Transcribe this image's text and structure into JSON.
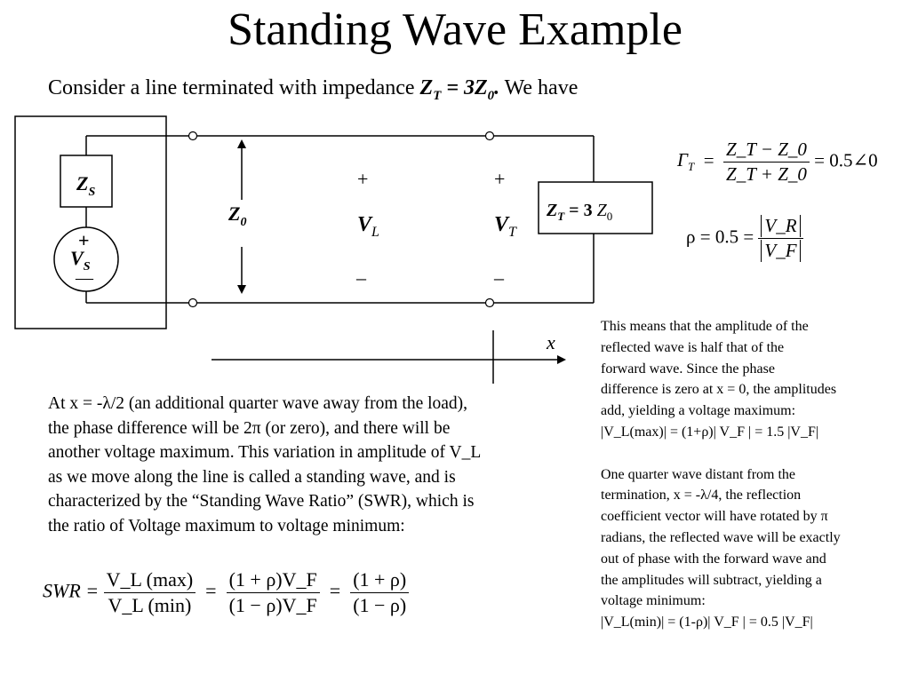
{
  "slide": {
    "title": "Standing Wave Example",
    "intro": {
      "text_before": "Consider a line terminated with impedance ",
      "zt_symbol": "Z",
      "zt_sub": "T",
      "equals": " = 3",
      "z0_symbol": "Z",
      "z0_sub": "0",
      "period": ".",
      "text_after": "  We have"
    }
  },
  "circuit": {
    "zs_label": "Z",
    "zs_sub": "S",
    "source_plus": "+",
    "vs_label": "V",
    "vs_sub": "S",
    "source_minus": "—",
    "z0_label": "Z",
    "z0_sub": "0",
    "vl_plus": "+",
    "vl_label": "V",
    "vl_sub": "L",
    "vl_minus": "–",
    "vt_plus": "+",
    "vt_label": "V",
    "vt_sub": "T",
    "vt_minus": "–",
    "load_label_symbol": "Z",
    "load_label_sub": "T",
    "load_label_rest": " = 3 ",
    "load_label_z0": "Z",
    "load_label_z0_sub": "0",
    "axis_label": "x"
  },
  "equations": {
    "gamma_lhs": "Γ",
    "gamma_lhs_sub": "T",
    "gamma_num": "Z_T − Z_0",
    "gamma_den": "Z_T + Z_0",
    "gamma_result": "= 0.5∠0",
    "rho_lhs": "ρ = 0.5 =",
    "rho_num": "V_R",
    "rho_den": "V_F",
    "swr_lhs": "SWR =",
    "swr_frac1_num": "V_L (max)",
    "swr_frac1_den": "V_L (min)",
    "swr_frac2_num": "(1 + ρ)V_F",
    "swr_frac2_den": "(1 − ρ)V_F",
    "swr_frac3_num": "(1 + ρ)",
    "swr_frac3_den": "(1 − ρ)"
  },
  "paragraph_left": {
    "lines": [
      "At x = -λ/2 (an additional quarter wave away from the load),",
      "the phase difference will be 2π (or zero), and there will be",
      "another voltage maximum.  This variation in amplitude of V_L",
      "as we move along the line is called a standing wave, and is",
      "characterized by the “Standing Wave Ratio” (SWR), which is",
      "the ratio of Voltage maximum to voltage minimum:"
    ]
  },
  "paragraph_right": {
    "block1": [
      "This means that the amplitude of the",
      "reflected wave is half that of the",
      "forward wave.  Since the phase",
      "difference is zero at x = 0, the amplitudes",
      "add, yielding a voltage maximum:",
      "|V_L(max)| = (1+ρ)| V_F | = 1.5 |V_F|"
    ],
    "block2": [
      "One quarter wave distant from the",
      "termination, x = -λ/4, the reflection",
      "coefficient vector will have rotated by π",
      "radians, the reflected wave will be exactly",
      "out of phase with the forward wave and",
      "the amplitudes will subtract, yielding a",
      "voltage minimum:",
      "|V_L(min)| = (1-ρ)| V_F | = 0.5 |V_F|"
    ]
  }
}
